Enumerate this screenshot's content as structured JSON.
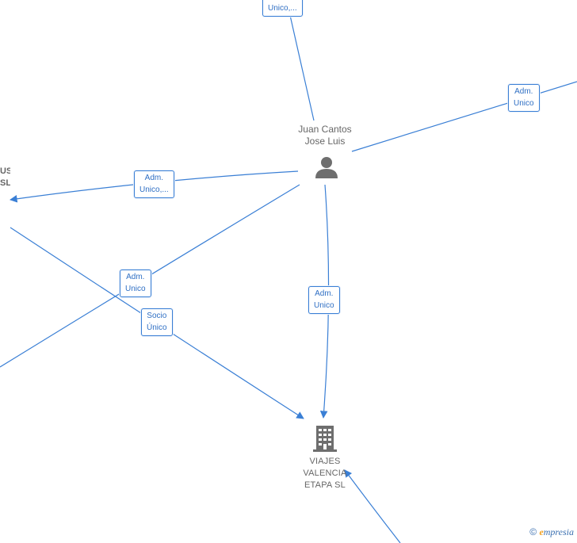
{
  "nodes": {
    "person": {
      "line1": "Juan Cantos",
      "line2": "Jose Luis",
      "icon": "person-icon"
    },
    "company": {
      "line1": "VIAJES",
      "line2": "VALENCIA",
      "line3": "ETAPA  SL",
      "icon": "building-icon"
    },
    "left_company": {
      "line1": "US",
      "line2": "SL"
    }
  },
  "edge_labels": {
    "top": {
      "line1": "",
      "line2": "Unico,..."
    },
    "right": {
      "line1": "Adm.",
      "line2": "Unico"
    },
    "left": {
      "line1": "Adm.",
      "line2": "Unico,..."
    },
    "mid_left": {
      "line1": "Adm.",
      "line2": "Unico"
    },
    "socio": {
      "line1": "Socio",
      "line2": "Único"
    },
    "center": {
      "line1": "Adm.",
      "line2": "Unico"
    }
  },
  "footer": {
    "copyright": "©",
    "brand_initial": "e",
    "brand_rest": "mpresia"
  },
  "colors": {
    "edge": "#3a7fd5",
    "node_icon": "#6e6e6e",
    "text": "#666666"
  }
}
